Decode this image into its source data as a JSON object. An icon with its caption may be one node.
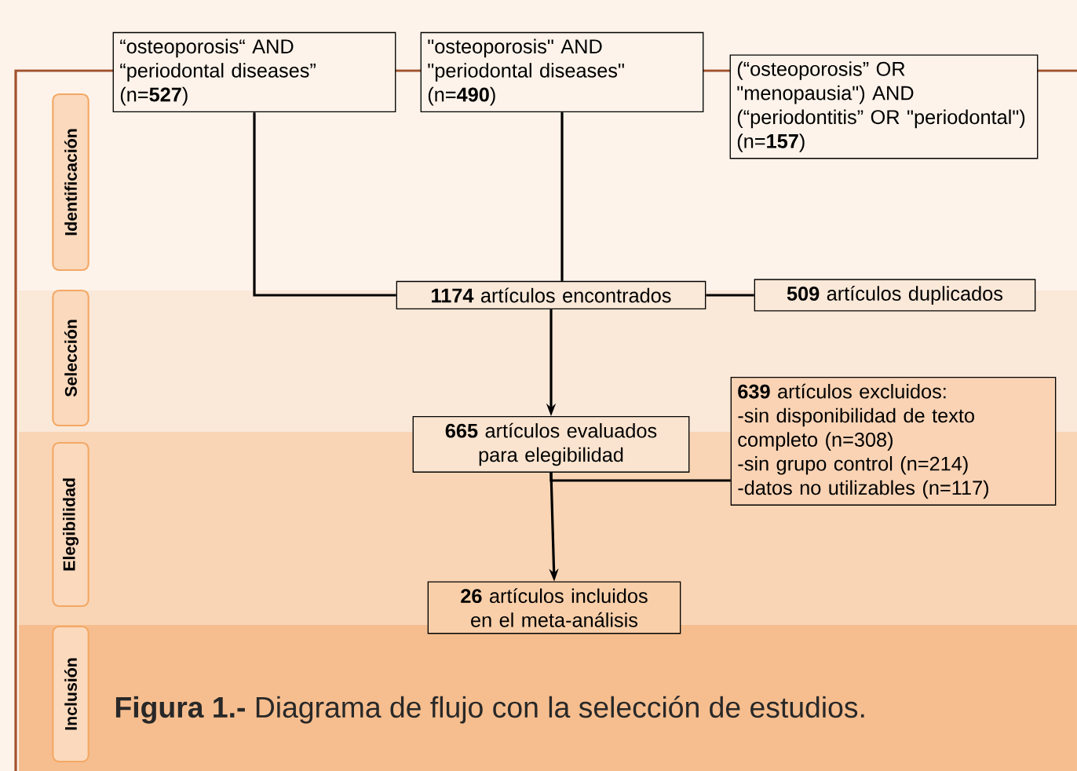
{
  "diagram": {
    "caption": "**Figura 1.-** Diagrama de flujo con la selección de estudios.",
    "nodes": [
      {
        "text": [
          "“osteoporosis“ AND “periodontal diseases” (n=**527**)"
        ]
      },
      {
        "text": [
          "\"osteoporosis\" AND \"periodontal diseases\" (n=**490**)"
        ]
      },
      {
        "text": [
          "(“osteoporosis” OR \"menopausia\") AND (“periodontitis” OR \"periodontal\") (n=**157**)"
        ]
      },
      {
        "text": [
          "**1174** artículos encontrados"
        ]
      },
      {
        "text": [
          "**509** artículos duplicados"
        ]
      },
      {
        "text": [
          "**639** artículos excluidos:",
          "-sin disponibilidad de texto completo (n=308)",
          "-sin grupo control (n=214)",
          "-datos no utilizables (n=117)"
        ]
      },
      {
        "text": [
          "**665** artículos evaluados para elegibilidad"
        ]
      },
      {
        "text": [
          "**26** artículos incluidos en el meta-análisis"
        ]
      },
      {
        "text": [
          "Identificación"
        ]
      },
      {
        "text": [
          "Selección"
        ]
      },
      {
        "text": [
          "Elegibilidad"
        ]
      },
      {
        "text": [
          "Inclusión"
        ]
      }
    ],
    "edges": [
      {
        "from": 0,
        "to": 3,
        "arrow": "none"
      },
      {
        "from": 1,
        "to": 3,
        "arrow": "none"
      },
      {
        "from": 3,
        "to": 4,
        "arrow": "none"
      },
      {
        "from": 3,
        "to": 6,
        "arrow": "to"
      },
      {
        "from": 6,
        "to": 5,
        "arrow": "none"
      },
      {
        "from": 6,
        "to": 7,
        "arrow": "to"
      }
    ]
  }
}
